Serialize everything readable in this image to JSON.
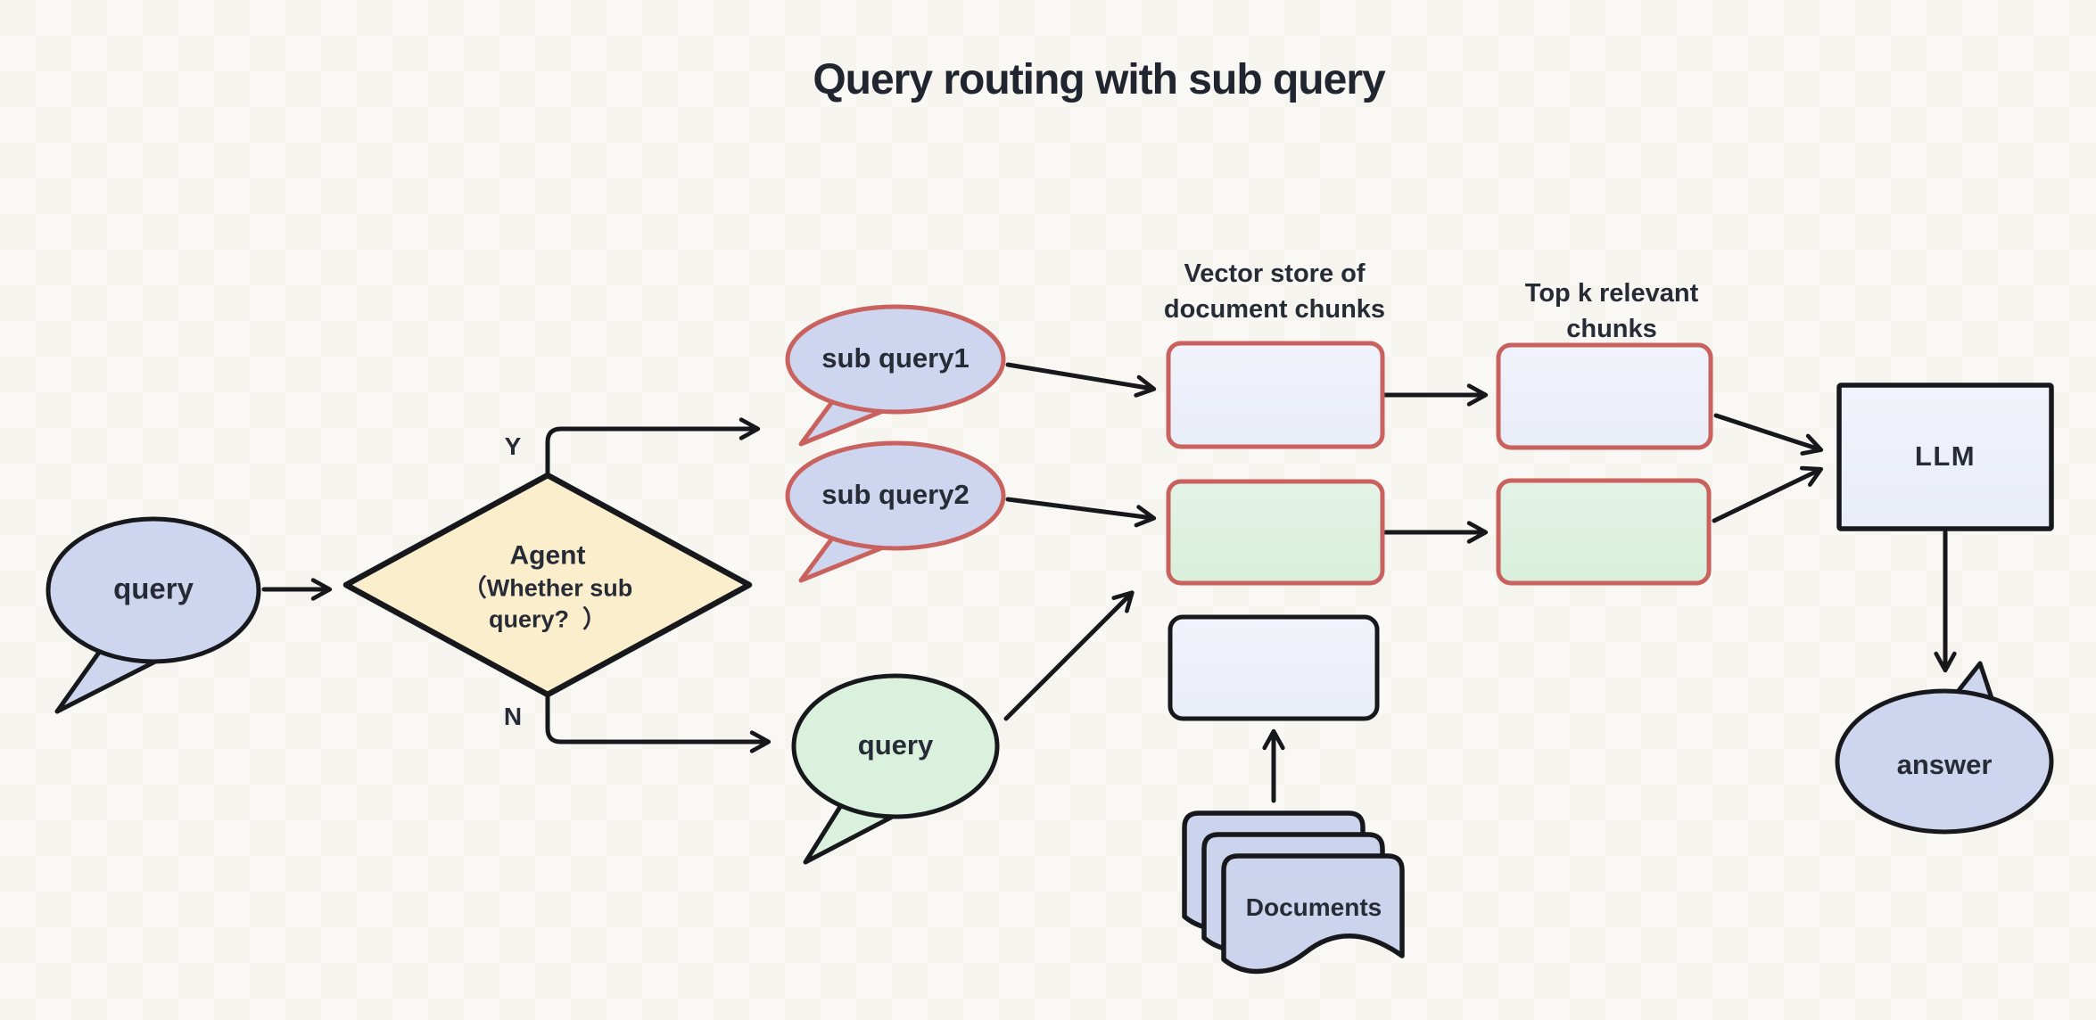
{
  "title": "Query routing with sub query",
  "nodes": {
    "query_input": {
      "label": "query"
    },
    "agent": {
      "label": "Agent",
      "sublabel_line1": "（Whether sub",
      "sublabel_line2": "query?  ）"
    },
    "sub_query1": {
      "label": "sub query1"
    },
    "sub_query2": {
      "label": "sub query2"
    },
    "query_direct": {
      "label": "query"
    },
    "llm": {
      "label": "LLM"
    },
    "answer": {
      "label": "answer"
    },
    "documents": {
      "label": "Documents"
    }
  },
  "branches": {
    "yes": "Y",
    "no": "N"
  },
  "headings": {
    "vector_store_line1": "Vector store of",
    "vector_store_line2": "document chunks",
    "top_k_line1": "Top k relevant",
    "top_k_line2": "chunks"
  },
  "colors": {
    "lavender_fill": "#ced5ee",
    "light_lavender_box": "#eef1fb",
    "green_box": "#def1e1",
    "green_bubble": "#daf1dd",
    "diamond_fill": "#faeecd",
    "red_border": "#c9625f",
    "black_border": "#17181c",
    "text": "#262b36",
    "background": "#f6f4ef"
  }
}
